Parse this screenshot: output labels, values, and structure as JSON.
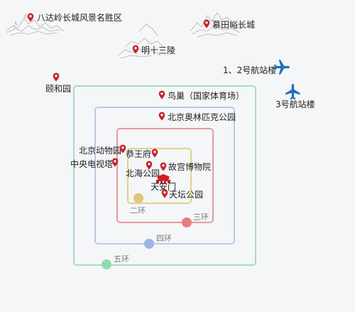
{
  "colors": {
    "ring2": "#e5cf8e",
    "ring3": "#ea9a9c",
    "ring4": "#b9c9ea",
    "ring5": "#a6dcc3",
    "ring2_dot": "#e3c57a",
    "ring3_dot": "#e97b7d",
    "ring4_dot": "#9db4ea",
    "ring5_dot": "#8fdcb4",
    "pin": "#cf1e25",
    "plane": "#1e6fc0"
  },
  "rings": {
    "ring2": "二环",
    "ring3": "三环",
    "ring4": "四环",
    "ring5": "五环"
  },
  "places": {
    "badaling": "八达岭长城风景名胜区",
    "mutianyu": "慕田峪长城",
    "ming_tombs": "明十三陵",
    "summer_palace": "颐和园",
    "birds_nest": "鸟巢（国家体育场）",
    "olympic_park": "北京奥林匹克公园",
    "zoo": "北京动物园",
    "prince_gong": "恭王府",
    "cctv_tower": "中央电视塔",
    "beihai": "北海公园",
    "palace_museum": "故宫博物院",
    "tiananmen": "天安门",
    "temple_of_heaven": "天坛公园"
  },
  "airport": {
    "t1_t2": "1、2号航站楼",
    "t3": "3号航站楼"
  }
}
